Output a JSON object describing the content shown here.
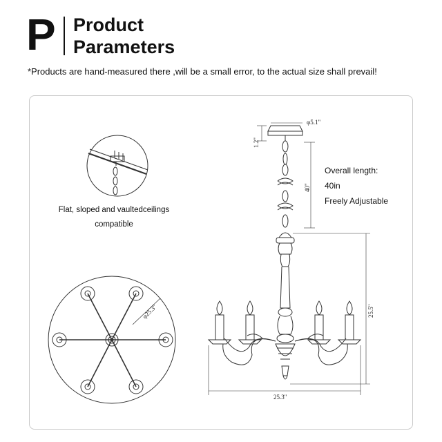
{
  "header": {
    "logo_letter": "P",
    "title_line1": "Product",
    "title_line2": "Parameters"
  },
  "note": "*Products are hand-measured there ,will be a small error, to the actual size shall prevail!",
  "ceiling_caption": {
    "line1": "Flat, sloped and vaultedceilings",
    "line2": "compatible"
  },
  "specs": {
    "overall_length_label": "Overall length:",
    "length_value": "40in",
    "adjustable": "Freely Adjustable"
  },
  "dimensions": {
    "canopy_diameter": "φ5.1\"",
    "canopy_height": "1.2\"",
    "chain_length": "40\"",
    "body_height": "25.5\"",
    "width": "25.3\"",
    "top_view_diameter": "φ25.3\""
  }
}
